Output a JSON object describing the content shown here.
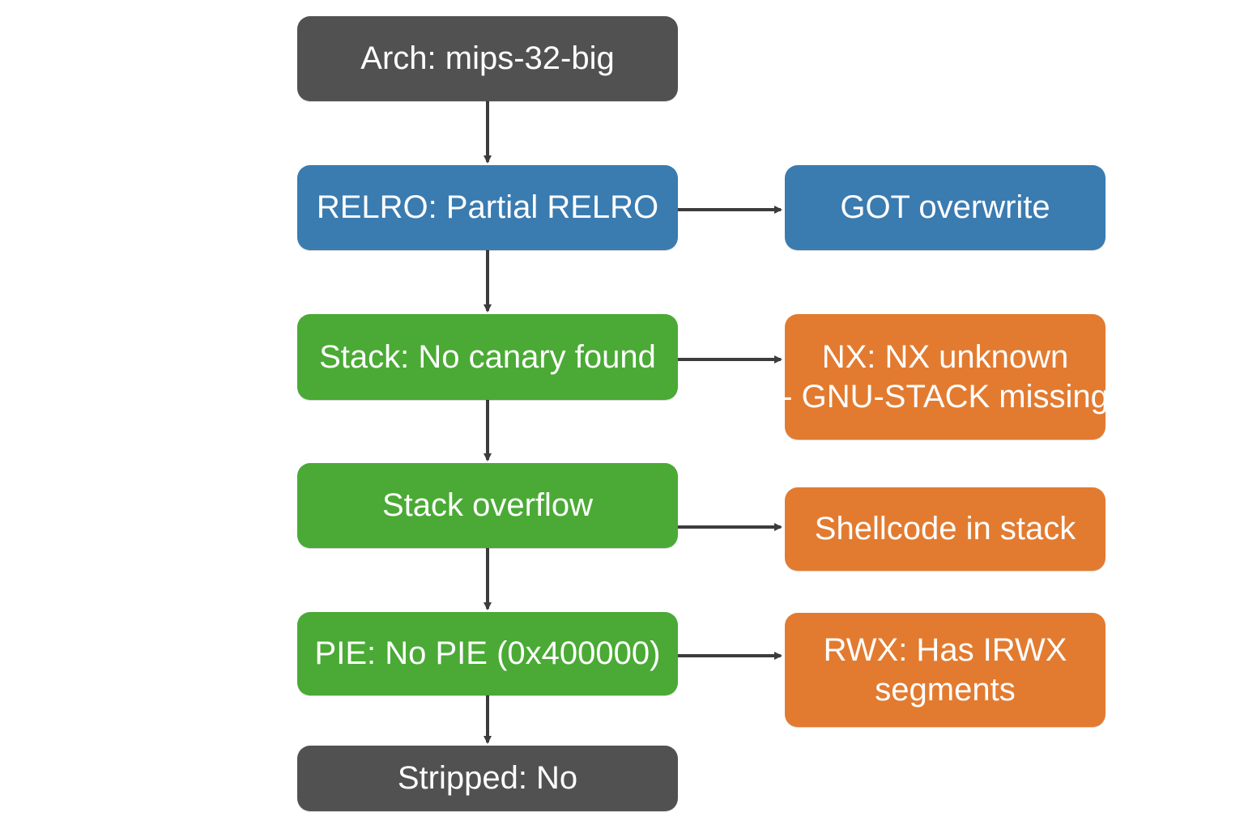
{
  "colors": {
    "gray": "#515151",
    "blue": "#3a7bb0",
    "green": "#4aaa35",
    "orange": "#e27b30",
    "edge": "#3c3c3c"
  },
  "nodes": {
    "arch": {
      "lines": [
        "Arch: mips-32-big"
      ]
    },
    "relro": {
      "lines": [
        "RELRO: Partial RELRO"
      ]
    },
    "stack": {
      "lines": [
        "Stack: No canary found"
      ]
    },
    "overflow": {
      "lines": [
        "Stack overflow"
      ]
    },
    "pie": {
      "lines": [
        "PIE: No PIE (0x400000)"
      ]
    },
    "stripped": {
      "lines": [
        "Stripped: No"
      ]
    },
    "got": {
      "lines": [
        "GOT overwrite"
      ]
    },
    "nx": {
      "lines": [
        "NX: NX unknown",
        "- GNU-STACK missing"
      ]
    },
    "shellcode": {
      "lines": [
        "Shellcode in stack"
      ]
    },
    "rwx": {
      "lines": [
        "RWX: Has IRWX",
        "segments"
      ]
    }
  }
}
